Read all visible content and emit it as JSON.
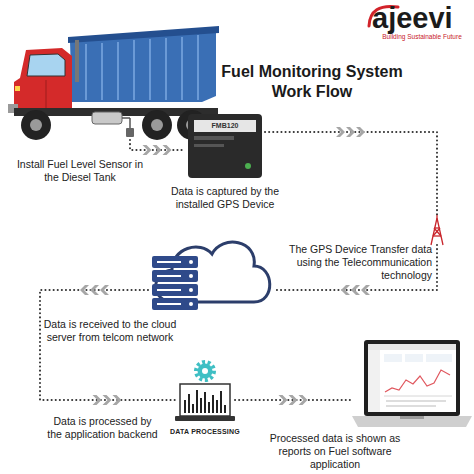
{
  "diagram": {
    "title": "Fuel Monitoring System Work Flow",
    "nodes": [
      {
        "text": [
          "Install Fuel Level Sensor in the Diesel Tank"
        ]
      },
      {
        "text": [
          "Data is captured by the installed GPS Device"
        ]
      },
      {
        "text": [
          "The GPS Device Transfer data using the Telecommunication technology"
        ]
      },
      {
        "text": [
          "Data is received to the cloud server from telcom network"
        ]
      },
      {
        "text": [
          "DATA PROCESSING",
          "Data is processed by the application backend"
        ]
      },
      {
        "text": [
          "Processed data is shown as reports on Fuel software application"
        ]
      }
    ],
    "edges": [
      {
        "from": 0,
        "to": 1,
        "arrow": "to"
      },
      {
        "from": 1,
        "to": 2,
        "arrow": "to"
      },
      {
        "from": 2,
        "to": 3,
        "arrow": "to"
      },
      {
        "from": 3,
        "to": 4,
        "arrow": "to"
      },
      {
        "from": 4,
        "to": 5,
        "arrow": "to"
      }
    ],
    "labels": [
      "ajeevi",
      "Building Sustainable Future",
      "FMB120"
    ]
  }
}
